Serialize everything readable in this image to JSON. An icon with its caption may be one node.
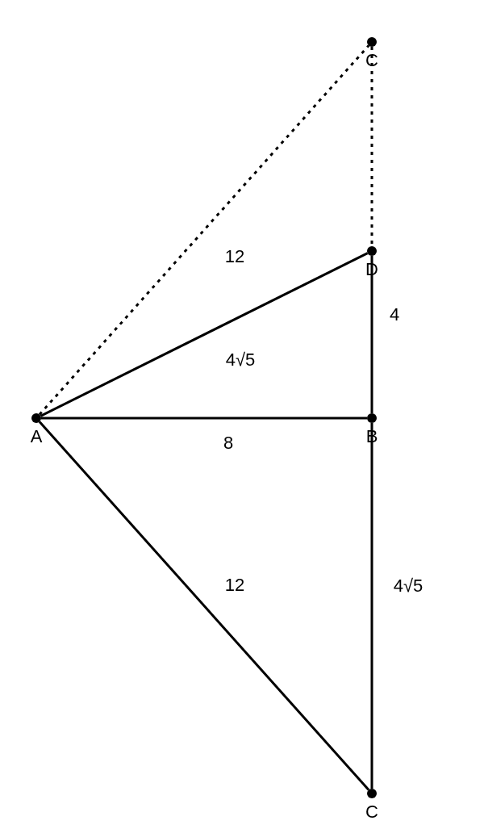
{
  "diagram": {
    "nodes": [
      {
        "text": [
          "C"
        ]
      },
      {
        "text": [
          "D"
        ]
      },
      {
        "text": [
          "A"
        ]
      },
      {
        "text": [
          "B"
        ]
      },
      {
        "text": [
          "C"
        ]
      }
    ],
    "edges": [
      {
        "from": 2,
        "to": 0,
        "arrow": "none",
        "label": "12",
        "style": "dashed"
      },
      {
        "from": 0,
        "to": 1,
        "arrow": "none",
        "style": "dashed"
      },
      {
        "from": 2,
        "to": 1,
        "arrow": "none",
        "label": "4√5"
      },
      {
        "from": 1,
        "to": 3,
        "arrow": "none",
        "label": "4"
      },
      {
        "from": 2,
        "to": 3,
        "arrow": "none",
        "label": "8"
      },
      {
        "from": 2,
        "to": 4,
        "arrow": "none",
        "label": "12"
      },
      {
        "from": 3,
        "to": 4,
        "arrow": "none",
        "label": "4√5"
      }
    ]
  }
}
